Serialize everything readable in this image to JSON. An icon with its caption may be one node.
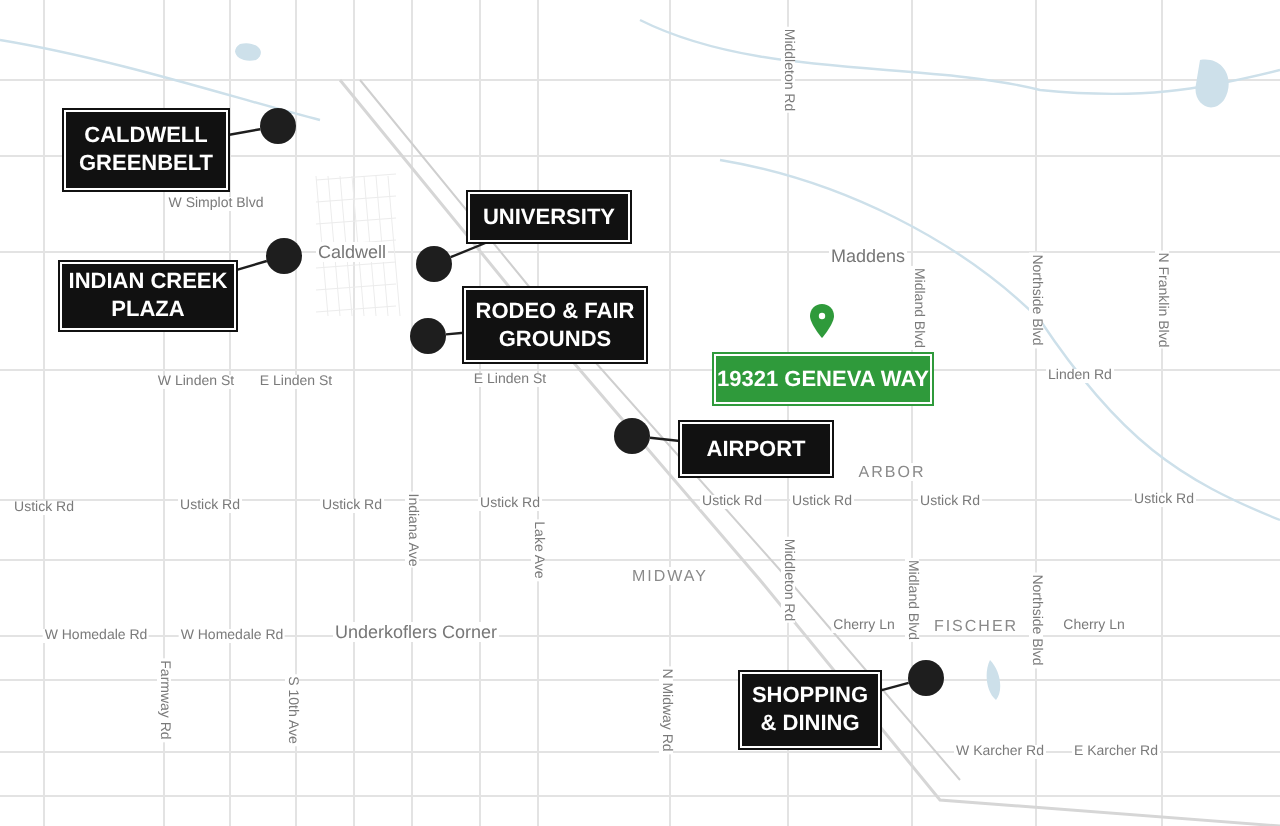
{
  "diagram": {
    "nodes": [
      {
        "text": [
          "CALDWELL GREENBELT"
        ]
      },
      {
        "text": [],
        "shape": "circle"
      },
      {
        "text": [
          "INDIAN CREEK PLAZA"
        ]
      },
      {
        "text": [],
        "shape": "circle"
      },
      {
        "text": [
          "UNIVERSITY"
        ]
      },
      {
        "text": [],
        "shape": "circle"
      },
      {
        "text": [
          "RODEO & FAIR GROUNDS"
        ]
      },
      {
        "text": [],
        "shape": "circle"
      },
      {
        "text": [
          "19321 GENEVA WAY"
        ]
      },
      {
        "text": [
          "AIRPORT"
        ]
      },
      {
        "text": [],
        "shape": "circle"
      },
      {
        "text": [
          "SHOPPING & DINING"
        ]
      },
      {
        "text": [],
        "shape": "circle"
      }
    ],
    "edges": [
      {
        "from": 0,
        "to": 1,
        "arrow": "none"
      },
      {
        "from": 2,
        "to": 3,
        "arrow": "none"
      },
      {
        "from": 4,
        "to": 5,
        "arrow": "none"
      },
      {
        "from": 6,
        "to": 7,
        "arrow": "none"
      },
      {
        "from": 9,
        "to": 10,
        "arrow": "none"
      },
      {
        "from": 11,
        "to": 12,
        "arrow": "none"
      }
    ],
    "labels": [
      "Middleton Rd",
      "W Simplot Blvd",
      "Caldwell",
      "Maddens",
      "Midland Blvd",
      "Northside Blvd",
      "N Franklin Blvd",
      "W Linden St",
      "E Linden St",
      "E Linden St",
      "Linden Rd",
      "ARBOR",
      "Ustick Rd",
      "Ustick Rd",
      "Ustick Rd",
      "Ustick Rd",
      "Ustick Rd",
      "Ustick Rd",
      "Ustick Rd",
      "Ustick Rd",
      "Indiana Ave",
      "Lake Ave",
      "MIDWAY",
      "Middleton Rd",
      "Midland Blvd",
      "Northside Blvd",
      "Cherry Ln",
      "FISCHER",
      "Cherry Ln",
      "W Homedale Rd",
      "W Homedale Rd",
      "Farmway Rd",
      "Underkoflers Corner",
      "S 10th Ave",
      "N Midway Rd",
      "W Karcher Rd",
      "E Karcher Rd"
    ]
  }
}
